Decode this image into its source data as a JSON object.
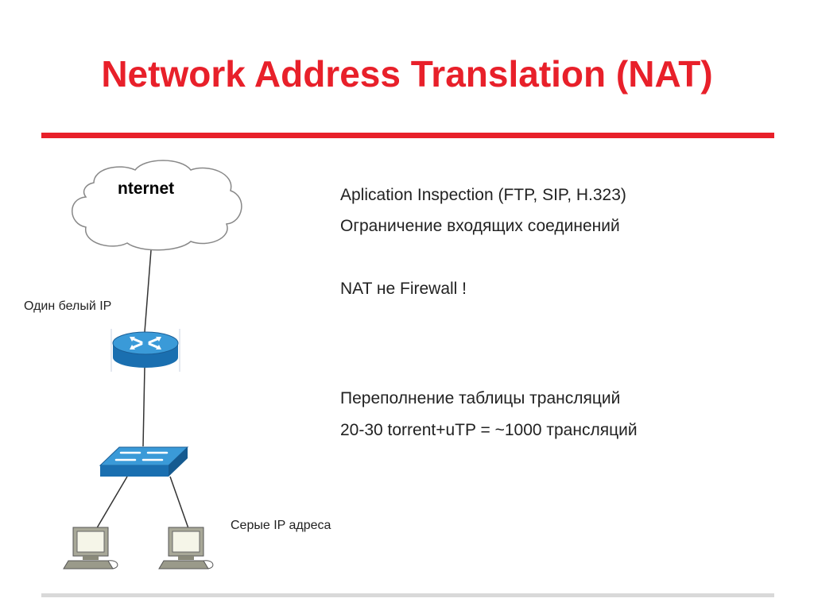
{
  "slide": {
    "title": "Network Address Translation (NAT)",
    "accent_color": "#e8202a"
  },
  "diagram": {
    "cloud_label": "nternet",
    "public_ip_label": "Один белый IP",
    "private_ip_label": "Серые IP адреса",
    "icons": [
      "cloud-icon",
      "router-icon",
      "switch-icon",
      "computer-icon",
      "computer-icon"
    ]
  },
  "notes": {
    "line1": "Aplication Inspection (FTP, SIP, H.323)",
    "line2": "Ограничение входящих соединений",
    "line3": "NAT не Firewall !",
    "line4": "Переполнение таблицы трансляций",
    "line5": "20-30 torrent+uTP = ~1000 трансляций"
  }
}
